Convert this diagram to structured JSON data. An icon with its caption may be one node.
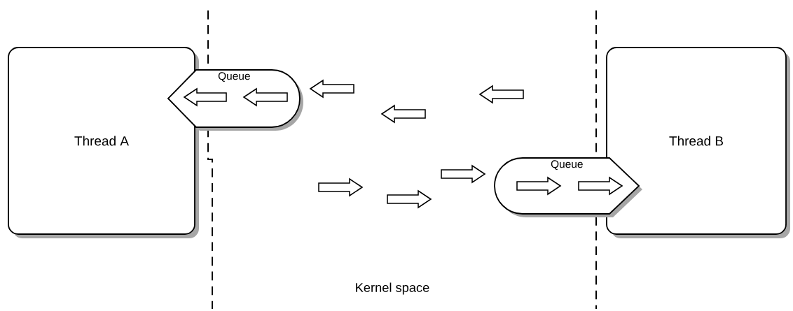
{
  "diagram": {
    "nodes": [
      {
        "text": [
          "Thread A"
        ]
      },
      {
        "text": [
          "Queue"
        ]
      },
      {
        "text": [
          "Thread B"
        ]
      },
      {
        "text": [
          "Queue"
        ]
      }
    ],
    "edges": [
      {
        "from": 1,
        "to": 0,
        "arrow": "to"
      },
      {
        "from": 3,
        "to": 2,
        "arrow": "to"
      }
    ],
    "labels": [
      "Kernel space"
    ]
  }
}
